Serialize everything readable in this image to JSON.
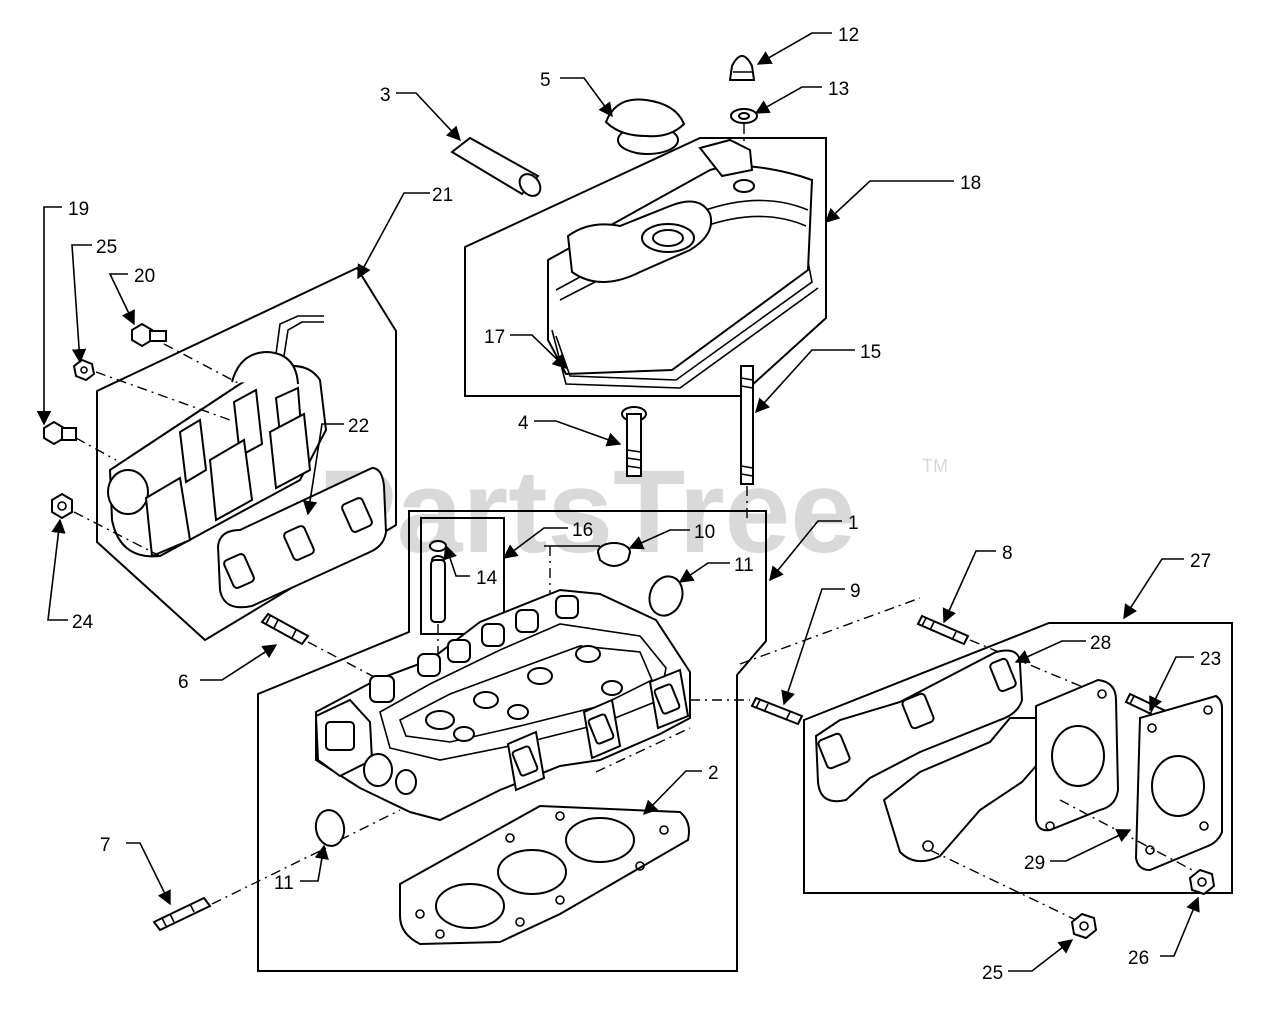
{
  "watermark": {
    "text": "PartsTree",
    "trademark": "TM"
  },
  "callouts": [
    {
      "id": "c1",
      "label": "1"
    },
    {
      "id": "c2",
      "label": "2"
    },
    {
      "id": "c3",
      "label": "3"
    },
    {
      "id": "c4",
      "label": "4"
    },
    {
      "id": "c5",
      "label": "5"
    },
    {
      "id": "c6",
      "label": "6"
    },
    {
      "id": "c7",
      "label": "7"
    },
    {
      "id": "c8",
      "label": "8"
    },
    {
      "id": "c9",
      "label": "9"
    },
    {
      "id": "c10",
      "label": "10"
    },
    {
      "id": "c11a",
      "label": "11"
    },
    {
      "id": "c11b",
      "label": "11"
    },
    {
      "id": "c12",
      "label": "12"
    },
    {
      "id": "c13",
      "label": "13"
    },
    {
      "id": "c14",
      "label": "14"
    },
    {
      "id": "c15",
      "label": "15"
    },
    {
      "id": "c16",
      "label": "16"
    },
    {
      "id": "c17",
      "label": "17"
    },
    {
      "id": "c18",
      "label": "18"
    },
    {
      "id": "c19",
      "label": "19"
    },
    {
      "id": "c20",
      "label": "20"
    },
    {
      "id": "c21",
      "label": "21"
    },
    {
      "id": "c22",
      "label": "22"
    },
    {
      "id": "c23",
      "label": "23"
    },
    {
      "id": "c24",
      "label": "24"
    },
    {
      "id": "c25a",
      "label": "25"
    },
    {
      "id": "c25b",
      "label": "25"
    },
    {
      "id": "c26",
      "label": "26"
    },
    {
      "id": "c27",
      "label": "27"
    },
    {
      "id": "c28",
      "label": "28"
    },
    {
      "id": "c29",
      "label": "29"
    }
  ]
}
